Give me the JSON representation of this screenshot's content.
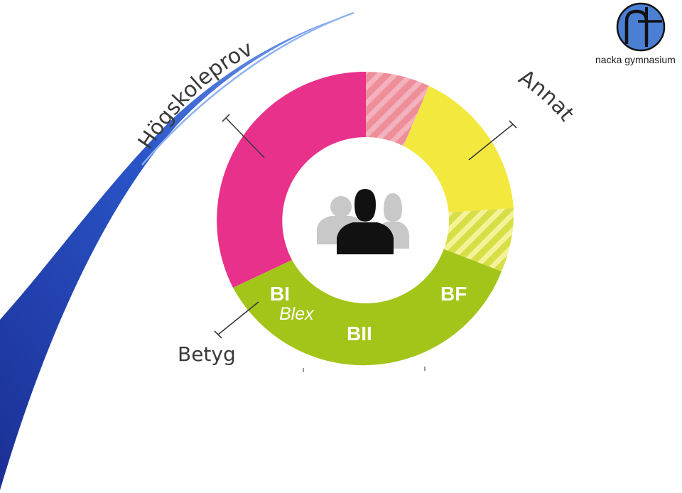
{
  "logo": {
    "name": "nacka gymnasium",
    "circle_color": "#4a7fd4"
  },
  "labels": {
    "hogskoleprov": "Högskoleprov",
    "annat": "Annat",
    "betyg": "Betyg"
  },
  "segments": {
    "bi": "BI",
    "blex": "Blex",
    "bii": "BII",
    "bf": "BF"
  },
  "colors": {
    "magenta": "#e8318a",
    "yellow": "#f3e83e",
    "green": "#a3c51a",
    "pink_hatch": "#ef8e9b",
    "blue_swoosh": "#1f3fa6"
  },
  "icons": {
    "center": "group-people-icon"
  }
}
